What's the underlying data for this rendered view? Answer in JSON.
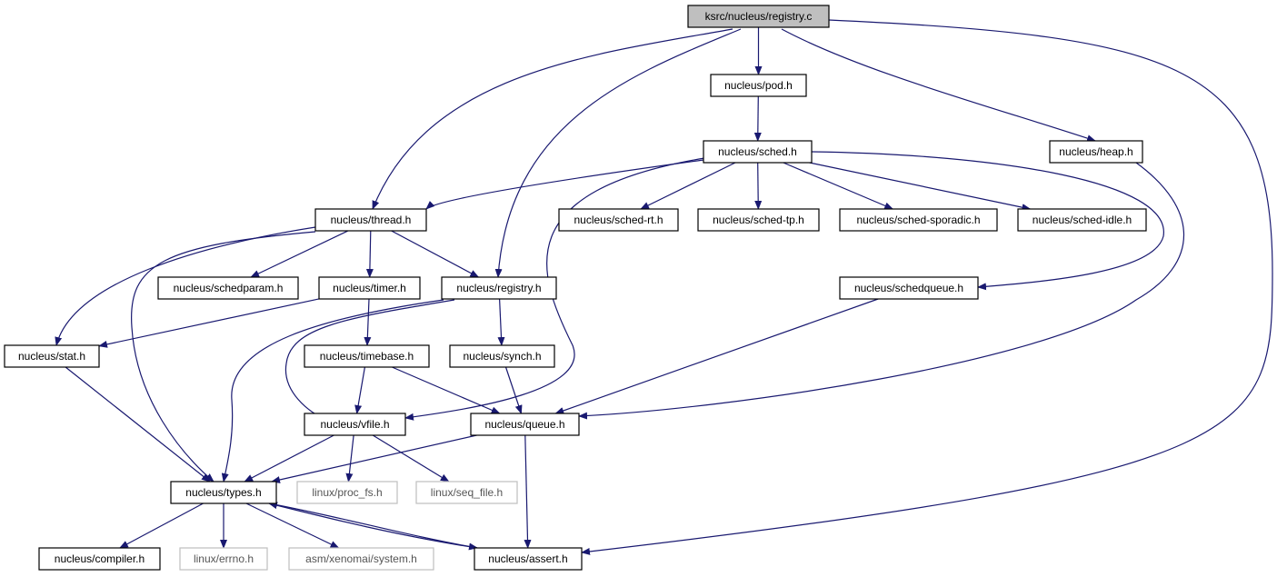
{
  "colors": {
    "edge": "#191970",
    "node_border": "#000000",
    "node_fill": "#ffffff",
    "root_fill": "#bfbfbf",
    "external_border": "#bfbfbf",
    "external_text": "#555555"
  },
  "nodes": [
    {
      "id": "registry_c",
      "label": "ksrc/nucleus/registry.c",
      "kind": "root"
    },
    {
      "id": "pod",
      "label": "nucleus/pod.h",
      "kind": "normal"
    },
    {
      "id": "sched",
      "label": "nucleus/sched.h",
      "kind": "normal"
    },
    {
      "id": "heap",
      "label": "nucleus/heap.h",
      "kind": "normal"
    },
    {
      "id": "thread",
      "label": "nucleus/thread.h",
      "kind": "normal"
    },
    {
      "id": "sched_rt",
      "label": "nucleus/sched-rt.h",
      "kind": "normal"
    },
    {
      "id": "sched_tp",
      "label": "nucleus/sched-tp.h",
      "kind": "normal"
    },
    {
      "id": "sched_sporadic",
      "label": "nucleus/sched-sporadic.h",
      "kind": "normal"
    },
    {
      "id": "sched_idle",
      "label": "nucleus/sched-idle.h",
      "kind": "normal"
    },
    {
      "id": "schedparam",
      "label": "nucleus/schedparam.h",
      "kind": "normal"
    },
    {
      "id": "timer",
      "label": "nucleus/timer.h",
      "kind": "normal"
    },
    {
      "id": "registry_h",
      "label": "nucleus/registry.h",
      "kind": "normal"
    },
    {
      "id": "schedqueue",
      "label": "nucleus/schedqueue.h",
      "kind": "normal"
    },
    {
      "id": "stat",
      "label": "nucleus/stat.h",
      "kind": "normal"
    },
    {
      "id": "timebase",
      "label": "nucleus/timebase.h",
      "kind": "normal"
    },
    {
      "id": "synch",
      "label": "nucleus/synch.h",
      "kind": "normal"
    },
    {
      "id": "vfile",
      "label": "nucleus/vfile.h",
      "kind": "normal"
    },
    {
      "id": "queue",
      "label": "nucleus/queue.h",
      "kind": "normal"
    },
    {
      "id": "types",
      "label": "nucleus/types.h",
      "kind": "normal"
    },
    {
      "id": "proc_fs",
      "label": "linux/proc_fs.h",
      "kind": "external"
    },
    {
      "id": "seq_file",
      "label": "linux/seq_file.h",
      "kind": "external"
    },
    {
      "id": "compiler",
      "label": "nucleus/compiler.h",
      "kind": "normal"
    },
    {
      "id": "errno",
      "label": "linux/errno.h",
      "kind": "external"
    },
    {
      "id": "xeno_system",
      "label": "asm/xenomai/system.h",
      "kind": "external"
    },
    {
      "id": "assert",
      "label": "nucleus/assert.h",
      "kind": "normal"
    }
  ],
  "edges": [
    {
      "from": "registry_c",
      "to": "thread"
    },
    {
      "from": "registry_c",
      "to": "registry_h"
    },
    {
      "from": "registry_c",
      "to": "pod"
    },
    {
      "from": "registry_c",
      "to": "heap"
    },
    {
      "from": "registry_c",
      "to": "assert"
    },
    {
      "from": "pod",
      "to": "sched"
    },
    {
      "from": "sched",
      "to": "thread"
    },
    {
      "from": "sched",
      "to": "vfile"
    },
    {
      "from": "sched",
      "to": "sched_rt"
    },
    {
      "from": "sched",
      "to": "sched_tp"
    },
    {
      "from": "sched",
      "to": "sched_sporadic"
    },
    {
      "from": "sched",
      "to": "sched_idle"
    },
    {
      "from": "sched",
      "to": "schedqueue"
    },
    {
      "from": "heap",
      "to": "queue"
    },
    {
      "from": "thread",
      "to": "stat"
    },
    {
      "from": "thread",
      "to": "types"
    },
    {
      "from": "thread",
      "to": "schedparam"
    },
    {
      "from": "thread",
      "to": "timer"
    },
    {
      "from": "thread",
      "to": "registry_h"
    },
    {
      "from": "timer",
      "to": "stat"
    },
    {
      "from": "timer",
      "to": "timebase"
    },
    {
      "from": "registry_h",
      "to": "types"
    },
    {
      "from": "registry_h",
      "to": "vfile"
    },
    {
      "from": "registry_h",
      "to": "synch"
    },
    {
      "from": "schedqueue",
      "to": "queue"
    },
    {
      "from": "stat",
      "to": "types"
    },
    {
      "from": "timebase",
      "to": "vfile"
    },
    {
      "from": "timebase",
      "to": "queue"
    },
    {
      "from": "synch",
      "to": "queue"
    },
    {
      "from": "vfile",
      "to": "types"
    },
    {
      "from": "vfile",
      "to": "proc_fs"
    },
    {
      "from": "vfile",
      "to": "seq_file"
    },
    {
      "from": "queue",
      "to": "types"
    },
    {
      "from": "queue",
      "to": "assert"
    },
    {
      "from": "types",
      "to": "compiler"
    },
    {
      "from": "types",
      "to": "errno"
    },
    {
      "from": "types",
      "to": "xeno_system"
    },
    {
      "from": "types",
      "to": "assert"
    },
    {
      "from": "assert",
      "to": "types"
    }
  ]
}
